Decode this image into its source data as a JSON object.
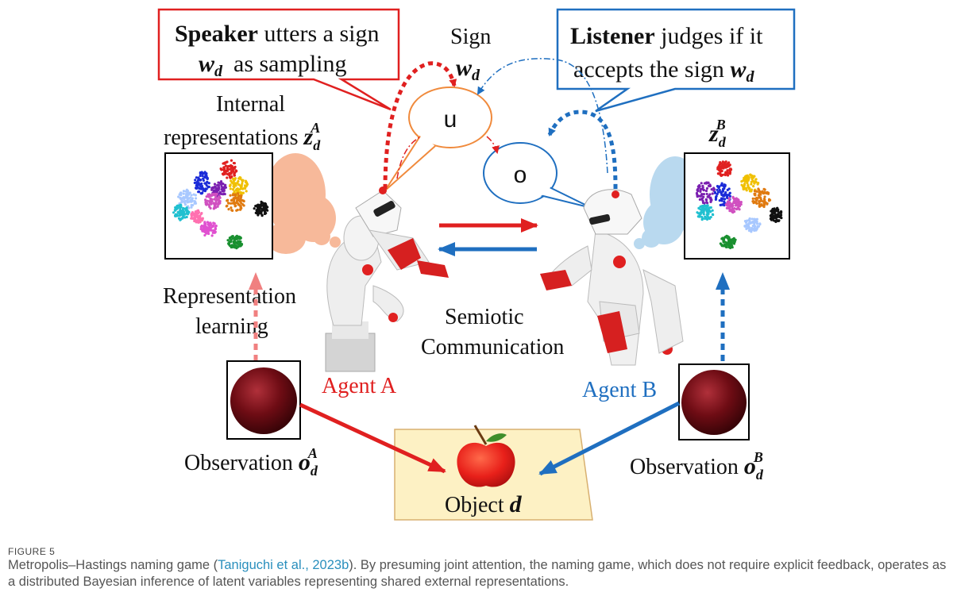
{
  "diagram": {
    "speaker_box": {
      "bold": "Speaker",
      "rest": " utters a sign",
      "line2_sym": "w",
      "line2_sub": "d",
      "line2_rest": "as sampling"
    },
    "listener_box": {
      "bold": "Listener",
      "rest": " judges if it",
      "line2": "accepts the sign ",
      "line2_sym": "w",
      "line2_sub": "d"
    },
    "sign_label": {
      "word": "Sign",
      "sym": "w",
      "sub": "d"
    },
    "bubble_u": "u",
    "bubble_o": "o",
    "internal_label": {
      "line1": "Internal",
      "line2": "representations ",
      "sym": "z",
      "sub": "d",
      "sup": "A"
    },
    "zb_label": {
      "sym": "z",
      "sub": "d",
      "sup": "B"
    },
    "rep_learning": {
      "line1": "Representation",
      "line2": "learning"
    },
    "semiotic": {
      "line1": "Semiotic",
      "line2": "Communication"
    },
    "agent_a": "Agent A",
    "agent_b": "Agent B",
    "obs_a": {
      "word": "Observation ",
      "sym": "o",
      "sub": "d",
      "sup": "A"
    },
    "obs_b": {
      "word": "Observation ",
      "sym": "o",
      "sub": "d",
      "sup": "B"
    },
    "object": {
      "word": "Object ",
      "sym": "d"
    },
    "colors": {
      "speaker": "#e02020",
      "listener": "#1f6fc0",
      "orange": "#f08a3c",
      "peach": "#f7b99a",
      "lightblue": "#b9d9ef",
      "object_bg": "#fdf1c4"
    }
  },
  "caption": {
    "label": "FIGURE 5",
    "text_before": "Metropolis–Hastings naming game (",
    "citation": "Taniguchi et al., 2023b",
    "text_after": "). By presuming joint attention, the naming game, which does not require explicit feedback, operates as a distributed Bayesian inference of latent variables representing shared external representations."
  }
}
